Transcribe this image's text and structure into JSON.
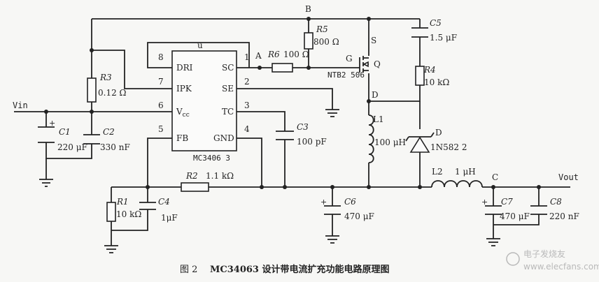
{
  "nodes": {
    "B": "B",
    "A": "A",
    "u": "u",
    "S": "S",
    "G": "G",
    "D": "D",
    "D2": "D",
    "C": "C"
  },
  "io": {
    "vin": "Vin",
    "vout": "Vout"
  },
  "ic": {
    "name": "MC3406 3",
    "pins": [
      {
        "num": "8",
        "label": "DRI"
      },
      {
        "num": "7",
        "label": "IPK"
      },
      {
        "num": "6",
        "label": "V",
        "sub": "cc"
      },
      {
        "num": "5",
        "label": "FB"
      },
      {
        "num": "1",
        "label": "SC"
      },
      {
        "num": "2",
        "label": "SE"
      },
      {
        "num": "3",
        "label": "TC"
      },
      {
        "num": "4",
        "label": "GND"
      }
    ]
  },
  "components": {
    "r5": {
      "ref": "R5",
      "value": "800 Ω"
    },
    "r6": {
      "ref": "R6",
      "value": "100 Ω"
    },
    "r3": {
      "ref": "R3",
      "value": "0.12 Ω"
    },
    "r4": {
      "ref": "R4",
      "value": "10 kΩ"
    },
    "r2": {
      "ref": "R2",
      "value": "1.1 kΩ"
    },
    "r1": {
      "ref": "R1",
      "value": "10 kΩ"
    },
    "c1": {
      "ref": "C1",
      "value": "220 μF",
      "pol": "+"
    },
    "c2": {
      "ref": "C2",
      "value": "330 nF"
    },
    "c3": {
      "ref": "C3",
      "value": "100 pF"
    },
    "c4": {
      "ref": "C4",
      "value": "1μF"
    },
    "c5": {
      "ref": "C5",
      "value": "1.5 μF"
    },
    "c6": {
      "ref": "C6",
      "value": "470 μF",
      "pol": "+"
    },
    "c7": {
      "ref": "C7",
      "value": "470 μF",
      "pol": "+"
    },
    "c8": {
      "ref": "C8",
      "value": "220 nF"
    },
    "q": {
      "ref": "Q",
      "value": "NTB2 506"
    },
    "l1": {
      "ref": "L1",
      "value": "100 μH"
    },
    "l2": {
      "ref": "L2",
      "value": "1 μH"
    },
    "d": {
      "ref": "D",
      "value": "1N582 2"
    }
  },
  "caption": {
    "fig": "图 2",
    "text": "MC34063 设计带电流扩充功能电路原理图"
  },
  "watermark": {
    "text": "电子发烧友",
    "url": "www.elecfans.com"
  },
  "colors": {
    "ink": "#222222",
    "paper": "#f7f7f5",
    "watermark": "#b9b9b9"
  }
}
